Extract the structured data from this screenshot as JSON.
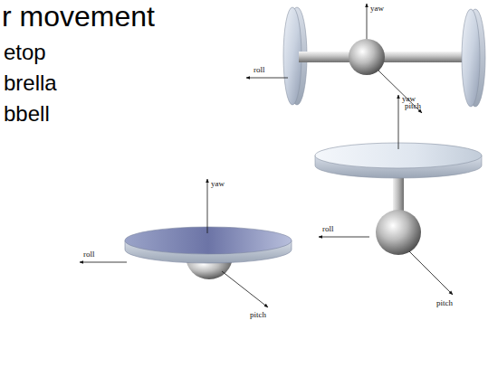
{
  "diagram": {
    "title": "r movement",
    "labels": [
      "etop",
      "brella",
      "bbell",
      "yaw",
      "roll",
      "pitch",
      "yaw",
      "roll",
      "pitch",
      "yaw",
      "roll",
      "pitch"
    ]
  }
}
